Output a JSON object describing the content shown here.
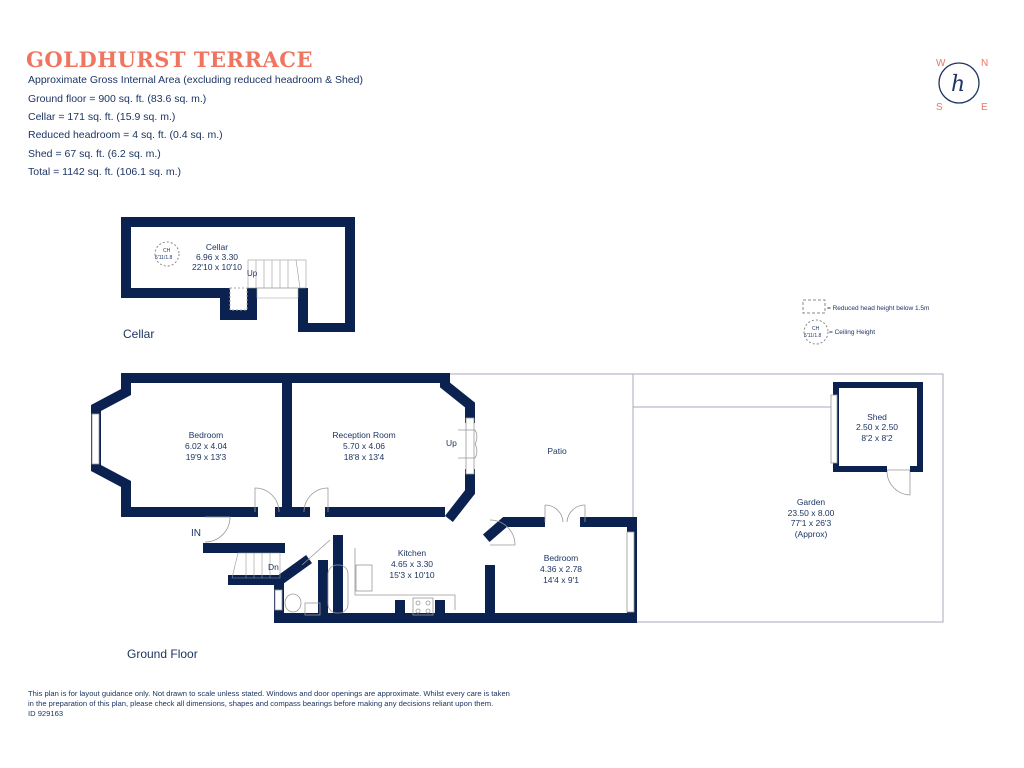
{
  "title": "GOLDHURST TERRACE",
  "areas": {
    "heading": "Approximate Gross Internal Area (excluding reduced headroom & Shed)",
    "ground_floor": "Ground floor = 900 sq. ft. (83.6 sq. m.)",
    "cellar": "Cellar  = 171 sq. ft. (15.9 sq. m.)",
    "reduced_headroom": "Reduced headroom = 4 sq. ft. (0.4 sq. m.)",
    "shed": "Shed = 67 sq. ft. (6.2 sq. m.)",
    "total": "Total =  1142 sq. ft. (106.1 sq. m.)"
  },
  "compass": {
    "w": "W",
    "n": "N",
    "s": "S",
    "e": "E",
    "logo": "h"
  },
  "legend": {
    "reduced": "= Reduced head height below 1.5m",
    "ceiling": "= Ceiling Height",
    "ch_label": "CH",
    "ch_value": "5'11/1.8"
  },
  "floors": {
    "cellar": "Cellar",
    "ground": "Ground Floor"
  },
  "rooms": {
    "cellar": {
      "name": "Cellar",
      "metric": "6.96 x 3.30",
      "imperial": "22'10 x 10'10",
      "ch_label": "CH",
      "ch_value": "5'11/1.8"
    },
    "bedroom1": {
      "name": "Bedroom",
      "metric": "6.02 x 4.04",
      "imperial": "19'9 x 13'3"
    },
    "reception": {
      "name": "Reception Room",
      "metric": "5.70 x 4.06",
      "imperial": "18'8 x 13'4"
    },
    "kitchen": {
      "name": "Kitchen",
      "metric": "4.65 x 3.30",
      "imperial": "15'3 x 10'10"
    },
    "bedroom2": {
      "name": "Bedroom",
      "metric": "4.36 x 2.78",
      "imperial": "14'4 x 9'1"
    },
    "patio": {
      "name": "Patio"
    },
    "shed": {
      "name": "Shed",
      "metric": "2.50 x 2.50",
      "imperial": "8'2 x 8'2"
    },
    "garden": {
      "name": "Garden",
      "metric": "23.50 x 8.00",
      "imperial": "77'1 x 26'3",
      "note": "(Approx)"
    }
  },
  "labels": {
    "in": "IN",
    "up_cellar": "Up",
    "up_ground": "Up",
    "dn": "Dn"
  },
  "disclaimer": [
    "This plan is for layout guidance only. Not drawn to scale unless stated. Windows and door openings are approximate. Whilst every care is taken",
    "in the preparation of this plan, please check all dimensions, shapes and compass bearings before making any decisions reliant upon them.",
    "ID 929163"
  ],
  "colors": {
    "wall": "#0b2250",
    "accent": "#f07560",
    "text": "#1d3563"
  }
}
